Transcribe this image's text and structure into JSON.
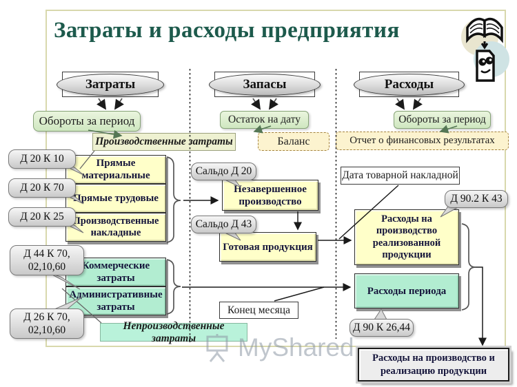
{
  "title": "Затраты и расходы предприятия",
  "watermark": "MyShared",
  "colors": {
    "title_green": "#1d5a4c",
    "yellow_box": "#ffffc9",
    "mint_box": "#b2edd1",
    "green_callout": "#d9ecc9",
    "gray_callout": "#d9d9d9",
    "doc_fill": "#fcf3cf"
  },
  "groups": {
    "zatraty": {
      "label": "Затраты",
      "sub": "Обороты за период"
    },
    "zapasy": {
      "label": "Запасы",
      "sub": "Остаток на дату",
      "doc": "Баланс"
    },
    "rashody": {
      "label": "Расходы",
      "sub": "Обороты за период",
      "doc": "Отчет о финансовых результатах"
    }
  },
  "labels": {
    "production": "Производственные затраты",
    "nonproduction": "Непроизводственные затраты",
    "month_end": "Конец месяца",
    "invoice_date": "Дата товарной накладной"
  },
  "callouts": {
    "d20k10": "Д 20 К 10",
    "d20k70": "Д 20 К 70",
    "d20k25": "Д 20 К 25",
    "d44": "Д 44 К 70,\n02,10,60",
    "d26": "Д 26 К 70,\n02,10,60",
    "saldo_d20": "Сальдо Д 20",
    "saldo_d43": "Сальдо Д 43",
    "d902k43": "Д 90.2 К 43",
    "d90k2644": "Д 90 К 26,44"
  },
  "boxes": {
    "direct_material": "Прямые материальные",
    "direct_labor": "Прямые трудовые",
    "overhead": "Производственные накладные",
    "commercial": "Коммерческие затраты",
    "administrative": "Административные затраты",
    "wip": "Незавершенное производство",
    "finished": "Готовая продукция",
    "cogs": "Расходы на производство реализованной продукции",
    "period": "Расходы периода",
    "total": "Расходы на производство и реализацию продукции"
  }
}
